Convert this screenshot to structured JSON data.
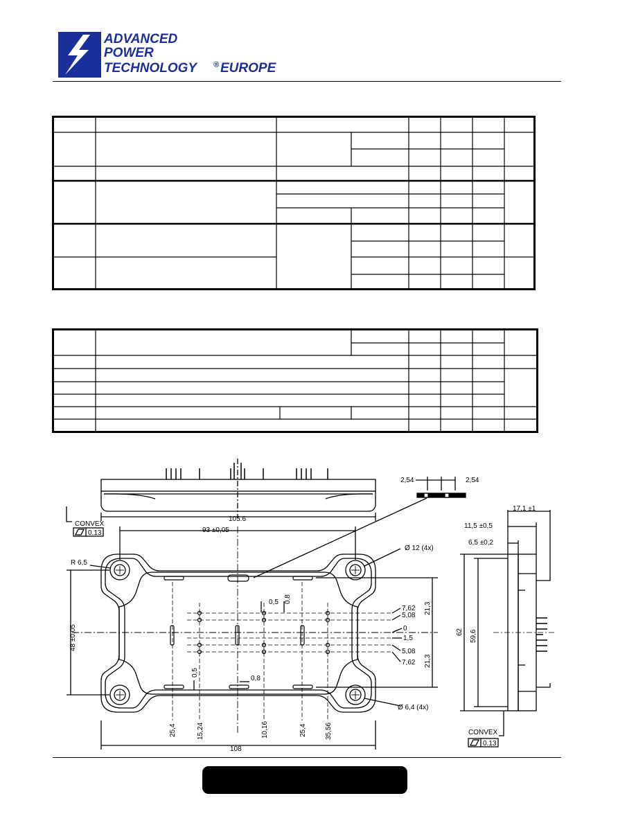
{
  "header": {
    "logo": {
      "line1": "ADVANCED",
      "line2": "POWER",
      "line3": "TECHNOLOGY",
      "registered": "®",
      "line4": "EUROPE",
      "brand_color": "#1a2f9a"
    }
  },
  "drawing": {
    "side_view": {
      "length_label": "105.6",
      "convex_label": "CONVEX",
      "flatness_value": "0.13"
    },
    "pitch_detail": {
      "left": "2,54",
      "right": "2,54"
    },
    "top_view": {
      "hole_spacing": "93 ±0,05",
      "radius": "R 6,5",
      "hole_dia": "Ø 12 (4x)",
      "mount_dia": "Ø 6,4 (4x)",
      "width_48": "48 ±0,05",
      "total_width": "108",
      "dim_0_5": "0,5",
      "dim_0_8": "0,8",
      "dim_0_5b": "0,5",
      "dim_0_8b": "0,8",
      "y_7_62_top": "7,62",
      "y_5_08_top": "5,08",
      "y_0": "0",
      "y_1_5": "1,5",
      "y_5_08_bot": "5,08",
      "y_7_62_bot": "7,62",
      "y_21_3_top": "21,3",
      "y_21_3_bot": "21,3",
      "x_25_4_l": "25,4",
      "x_15_24": "15,24",
      "x_10_16": "10,16",
      "x_25_4_r": "25,4",
      "x_35_56": "35,56"
    },
    "end_view": {
      "dim_17_1": "17,1 ±1",
      "dim_11_5": "11,5 ±0,5",
      "dim_6_5": "6,5 ±0,2",
      "dim_62": "62",
      "dim_59_6": "59,6",
      "convex_label": "CONVEX",
      "flatness_value": "0.13"
    }
  }
}
